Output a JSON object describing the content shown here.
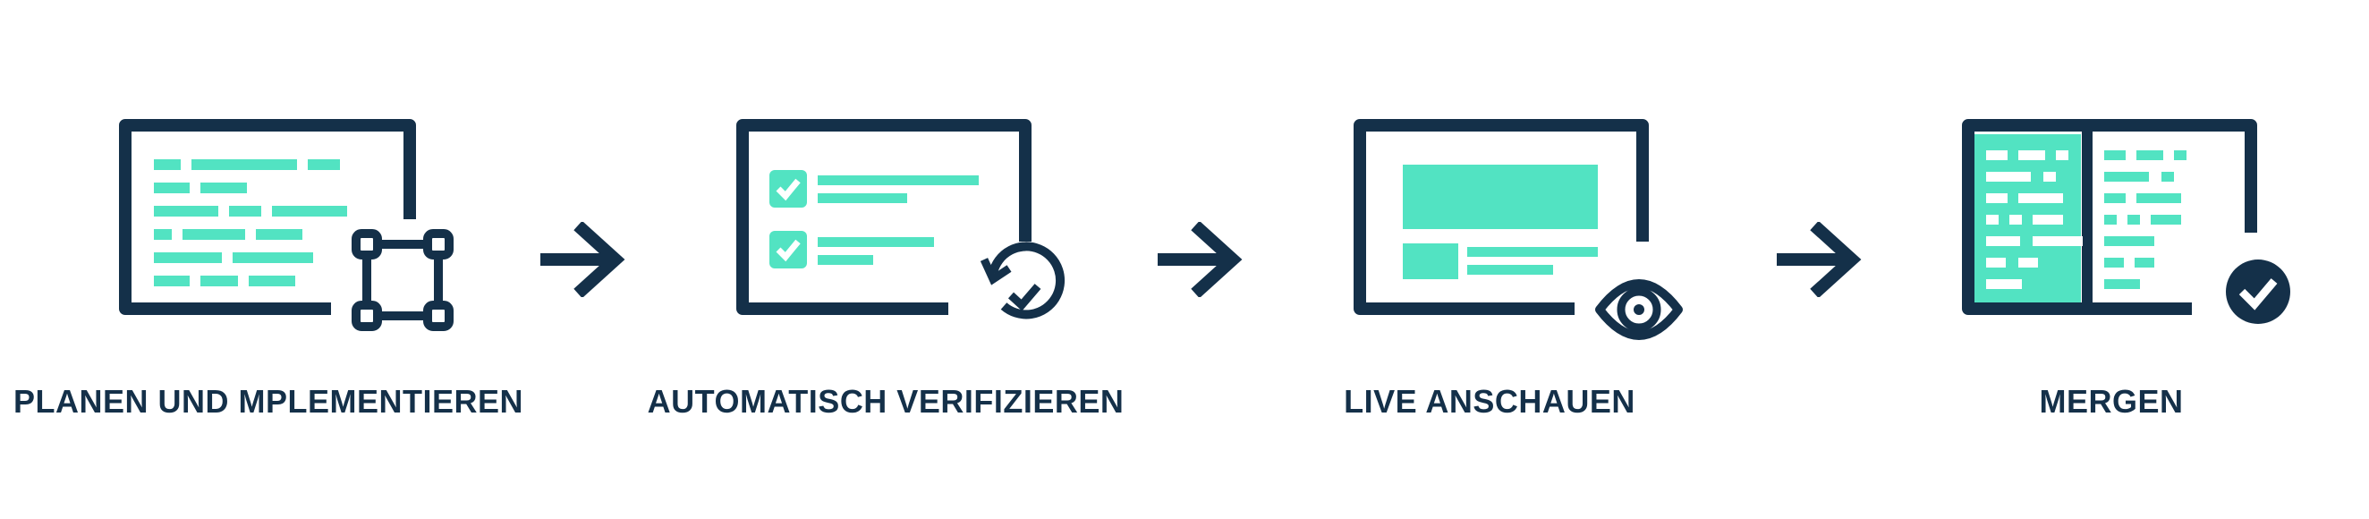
{
  "colors": {
    "navy": "#143049",
    "mint": "#52e3c2",
    "white": "#ffffff"
  },
  "steps": [
    {
      "label": "PLANEN UND MPLEMENTIEREN",
      "icon": "code-editor-with-selection-icon"
    },
    {
      "label": "AUTOMATISCH VERIFIZIEREN",
      "icon": "checklist-with-refresh-icon"
    },
    {
      "label": "LIVE ANSCHAUEN",
      "icon": "preview-window-with-eye-icon"
    },
    {
      "label": "MERGEN",
      "icon": "split-editor-with-check-icon"
    }
  ]
}
